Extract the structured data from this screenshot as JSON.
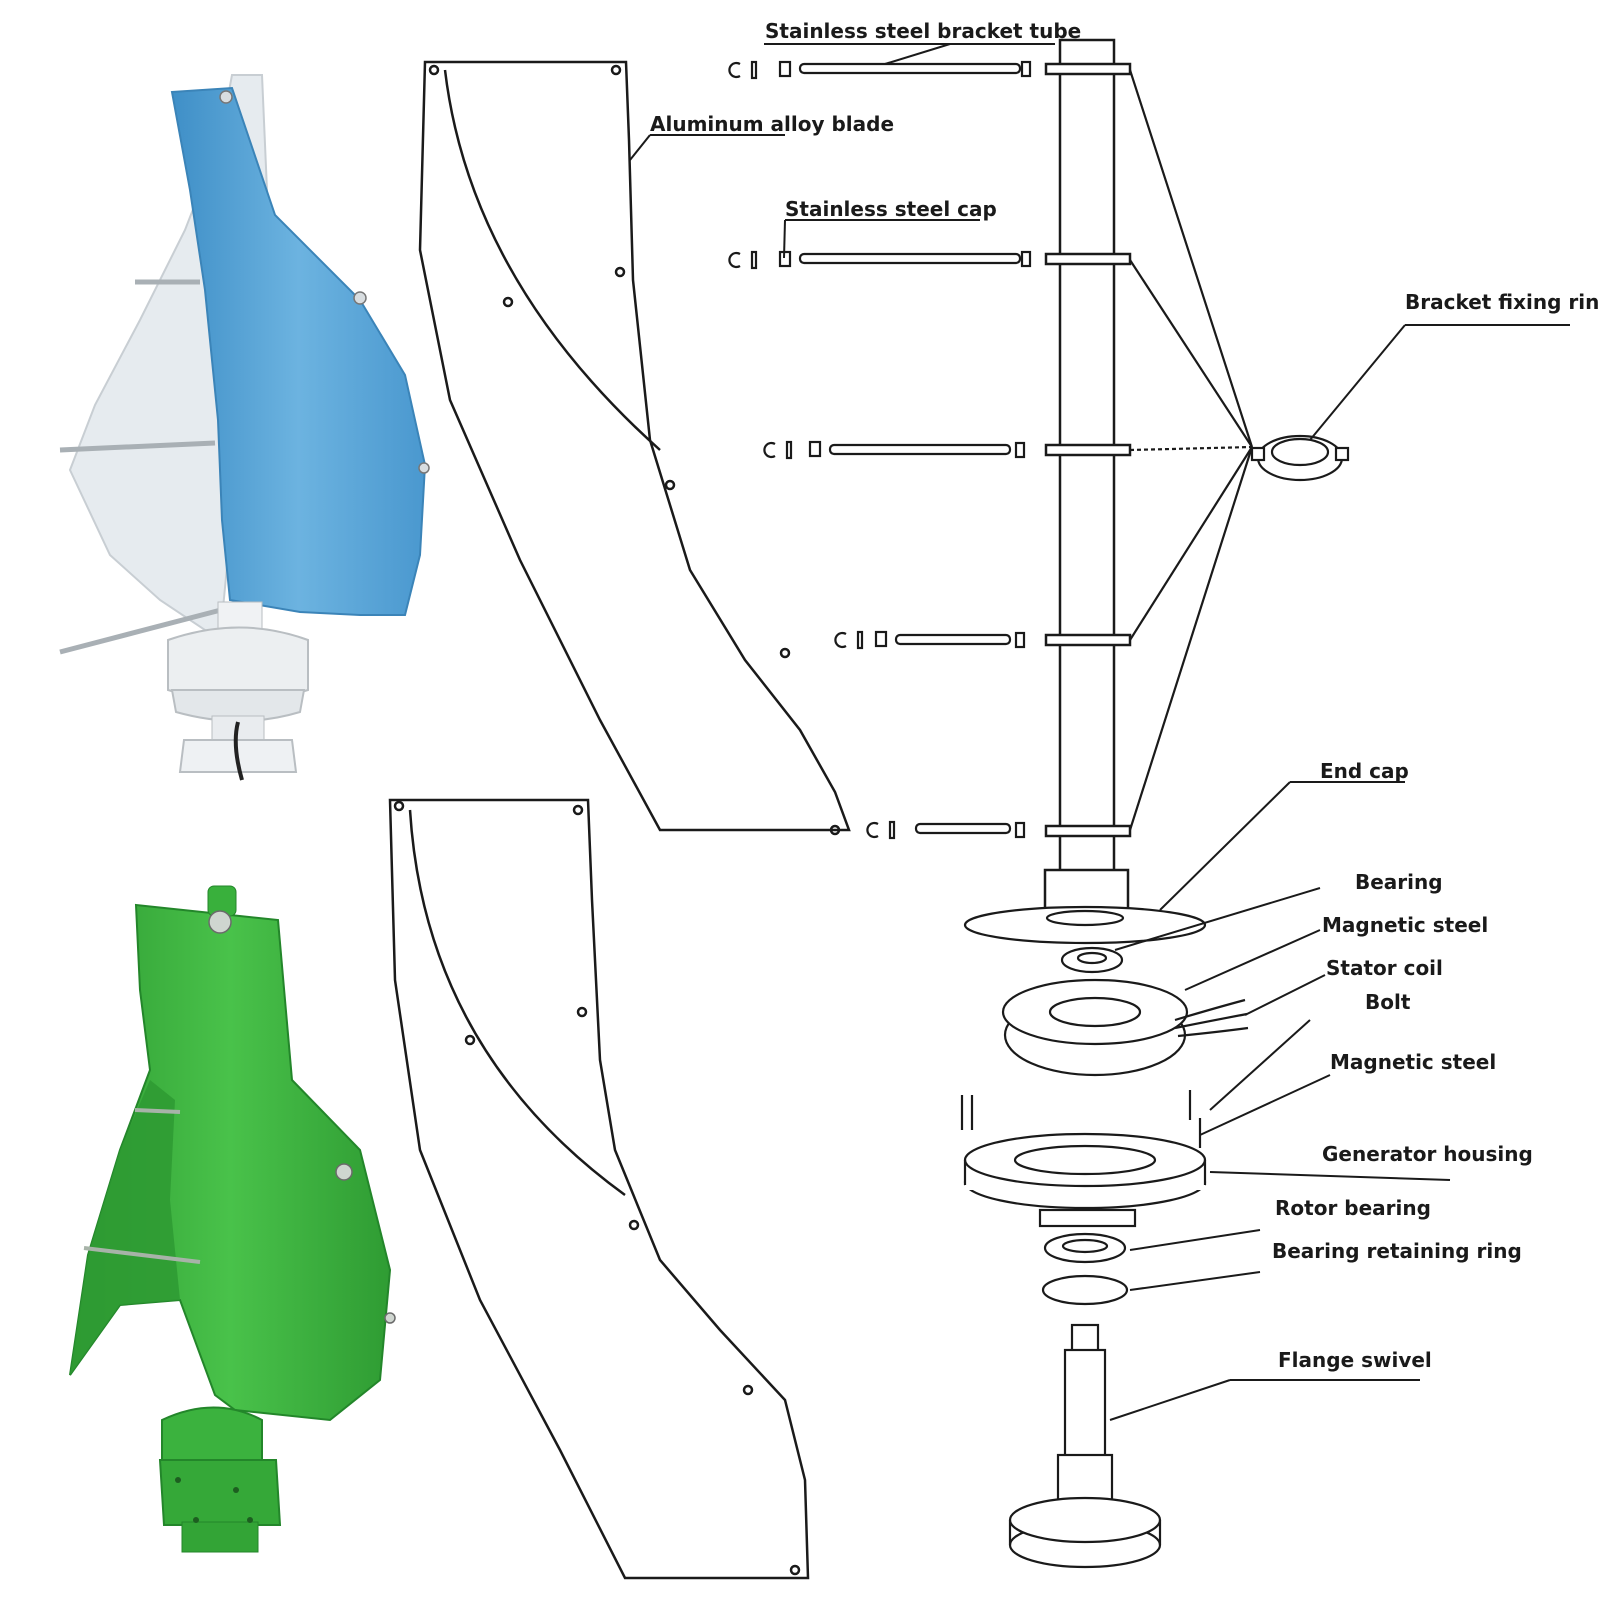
{
  "labels": {
    "bracket_tube": "Stainless steel bracket tube",
    "blade": "Aluminum alloy blade",
    "cap": "Stainless steel cap",
    "fixing_ring": "Bracket fixing ring",
    "end_cap": "End cap",
    "bearing": "Bearing",
    "magnetic_steel_top": "Magnetic steel",
    "stator_coil": "Stator coil",
    "bolt": "Bolt",
    "magnetic_steel_bottom": "Magnetic steel",
    "generator_housing": "Generator housing",
    "rotor_bearing": "Rotor bearing",
    "bearing_retaining_ring": "Bearing retaining ring",
    "flange_swivel": "Flange swivel"
  },
  "colors": {
    "blue_blade": "#5aa6d8",
    "white_blade": "#e9eef2",
    "green_body": "#38b23a",
    "green_dark": "#23862a",
    "line": "#1a1a1a"
  }
}
